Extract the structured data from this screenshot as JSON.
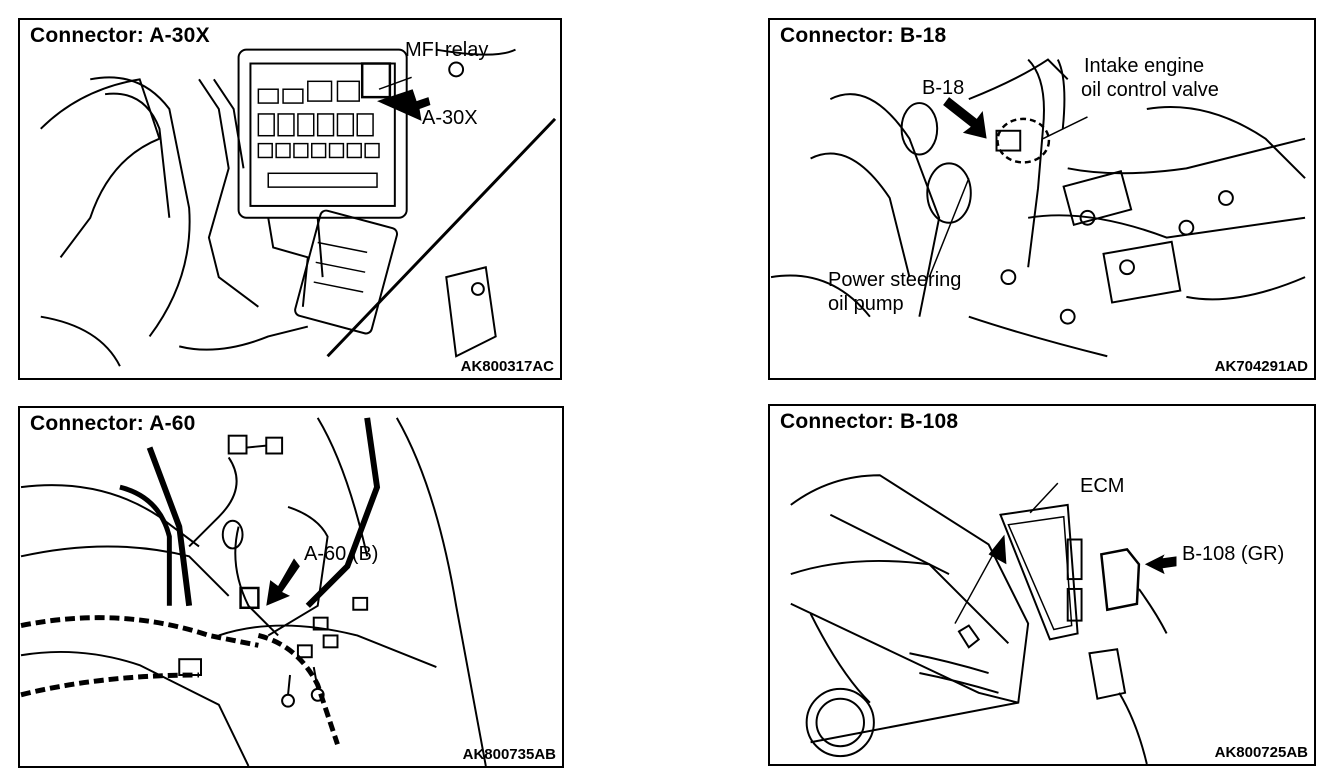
{
  "panels": [
    {
      "title": "Connector: A-30X",
      "code": "AK800317AC",
      "labels": {
        "relay": "MFI relay",
        "connector": "A-30X"
      }
    },
    {
      "title": "Connector: B-18",
      "code": "AK704291AD",
      "labels": {
        "connector": "B-18",
        "valve_line1": "Intake engine",
        "valve_line2": "oil control valve",
        "pump_line1": "Power steering",
        "pump_line2": "oil pump"
      }
    },
    {
      "title": "Connector: A-60",
      "code": "AK800735AB",
      "labels": {
        "connector": "A-60 (B)"
      }
    },
    {
      "title": "Connector: B-108",
      "code": "AK800725AB",
      "labels": {
        "ecm": "ECM",
        "connector": "B-108 (GR)"
      }
    }
  ]
}
